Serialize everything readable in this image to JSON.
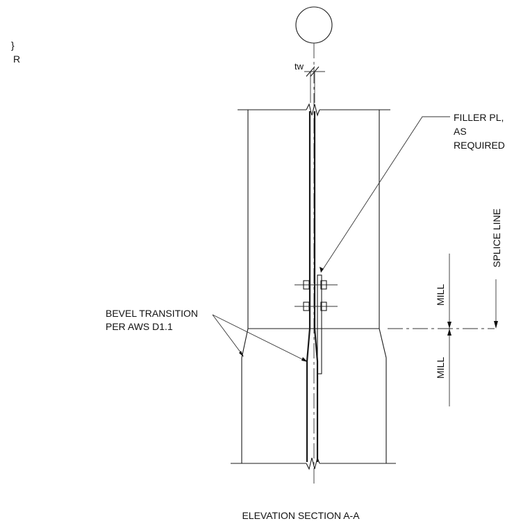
{
  "labels": {
    "section_marker": "",
    "edge_fragment_1": "}",
    "edge_fragment_2": "R",
    "tw": "tw",
    "filler_line1": "FILLER PL,",
    "filler_line2": "AS",
    "filler_line3": "REQUIRED",
    "splice_line": "SPLICE LINE",
    "mill_upper": "MILL",
    "mill_lower": "MILL",
    "bevel_line1": "BEVEL TRANSITION",
    "bevel_line2": "PER AWS D1.1",
    "title": "ELEVATION SECTION A-A"
  }
}
